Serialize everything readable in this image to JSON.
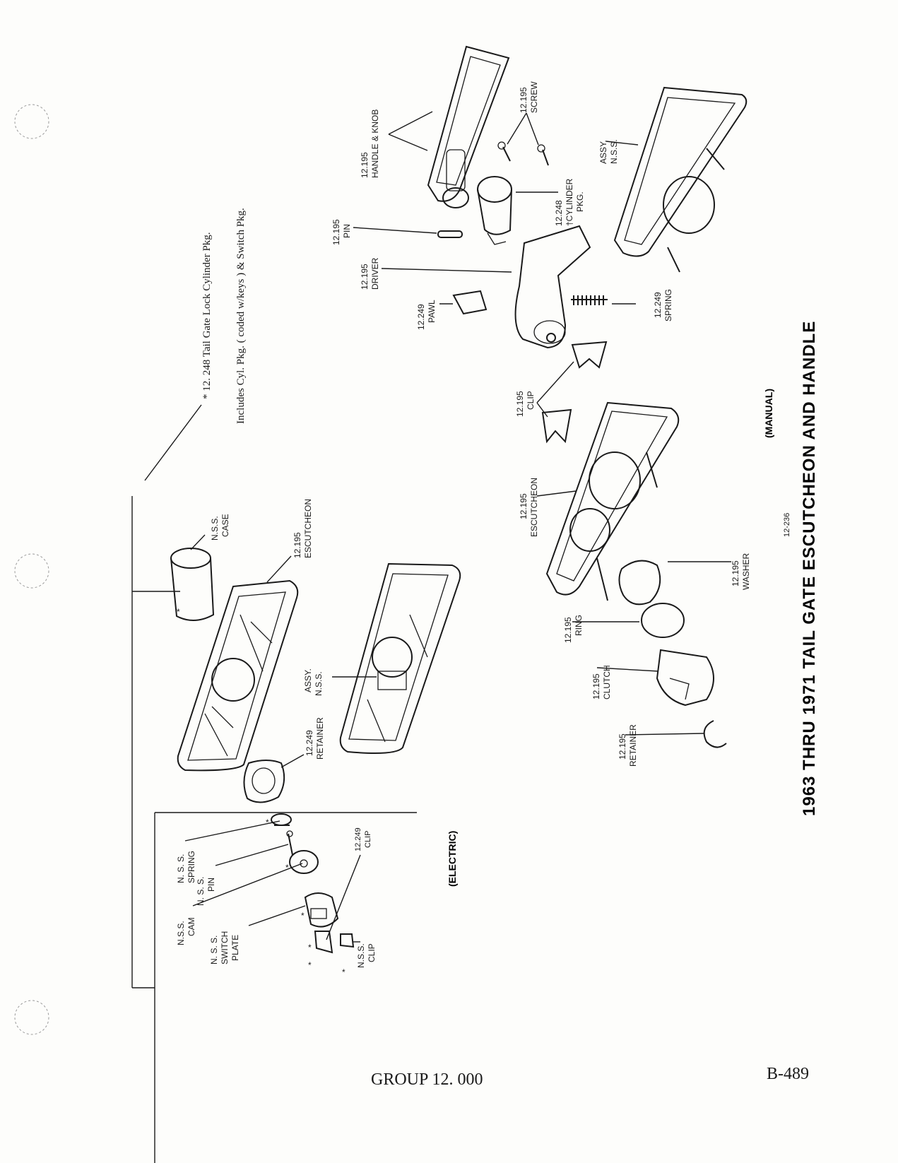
{
  "title": "1963 THRU 1971  TAIL  GATE  ESCUTCHEON  AND  HANDLE",
  "figure_number": "12-236",
  "notes": {
    "cylinder_pkg": "* 12. 248  Tail Gate Lock Cylinder Pkg.",
    "includes": "Includes Cyl. Pkg.  ( coded w/keys )  & Switch Pkg."
  },
  "sections": {
    "electric": "(ELECTRIC)",
    "manual": "(MANUAL)"
  },
  "labels": {
    "handle_knob_no": "12.195",
    "handle_knob": "HANDLE & KNOB",
    "screw_no": "12.195",
    "screw": "SCREW",
    "cylinder_no": "12.248",
    "cylinder": "†CYLINDER",
    "cylinder_pkg": "PKG.",
    "pin_no": "12.195",
    "pin": "PIN",
    "driver_no": "12.195",
    "driver": "DRIVER",
    "pawl_no": "12.249",
    "pawl": "PAWL",
    "spring_no": "12.249",
    "spring": "SPRING",
    "assy_manual_1": "ASSY.",
    "assy_manual_2": "N.S.S.",
    "clip_manual_no": "12.195",
    "clip_manual": "CLIP",
    "esc_manual_no": "12.195",
    "esc_manual": "ESCUTCHEON",
    "washer_no": "12.195",
    "washer": "WASHER",
    "ring_no": "12.195",
    "ring": "RING",
    "clutch_no": "12.195",
    "clutch": "CLUTCH",
    "retainer_manual_no": "12.195",
    "retainer_manual": "RETAINER",
    "case_1": "N.S.S.",
    "case_2": "CASE",
    "esc_electric_no": "12.195",
    "esc_electric": "ESCUTCHEON",
    "assy_electric_1": "ASSY.",
    "assy_electric_2": "N.S.S.",
    "retainer_electric_no": "12.249",
    "retainer_electric": "RETAINER",
    "nss_spring_1": "N. S. S.",
    "nss_spring_2": "SPRING",
    "nss_pin_1": "N. S. S.",
    "nss_pin_2": "PIN",
    "nss_cam_1": "N.S.S.",
    "nss_cam_2": "CAM",
    "switch_plate_1": "N. S. S.",
    "switch_plate_2": "SWITCH",
    "switch_plate_3": "PLATE",
    "clip_electric_no": "12.249",
    "clip_electric": "CLIP",
    "nss_clip_1": "N.S.S.",
    "nss_clip_2": "CLIP",
    "asterisk": "*"
  },
  "footer": {
    "group": "GROUP 12. 000",
    "page": "B-489"
  }
}
